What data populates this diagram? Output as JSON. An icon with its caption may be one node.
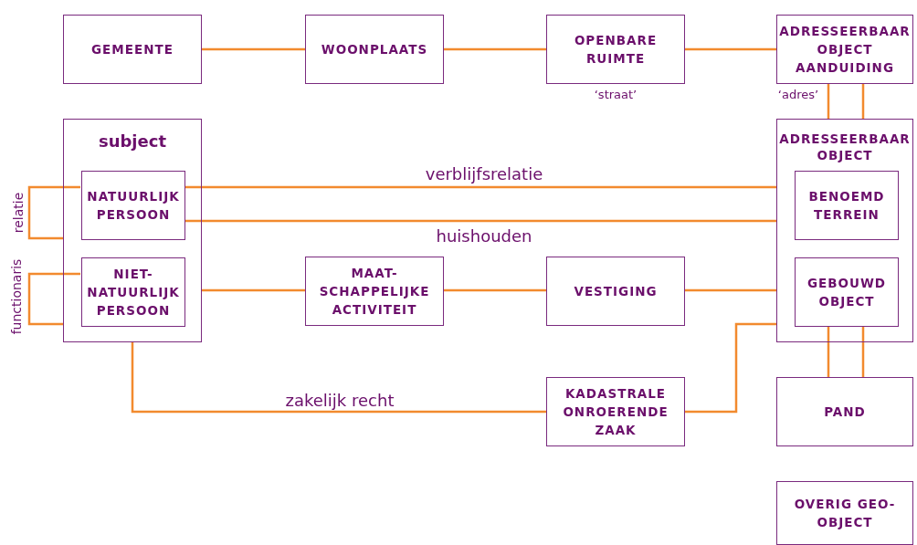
{
  "diagram": {
    "nodes": [
      {
        "text": [
          "GEMEENTE"
        ]
      },
      {
        "text": [
          "WOONPLAATS"
        ]
      },
      {
        "text": [
          "OPENBARE RUIMTE"
        ],
        "beside": [
          "‘straat’"
        ]
      },
      {
        "text": [
          "ADRESSEERBAAR OBJECT AANDUIDING"
        ],
        "beside": [
          "‘adres’"
        ]
      },
      {
        "text": [
          "subject"
        ]
      },
      {
        "text": [
          "NATUURLIJK PERSOON"
        ],
        "in": 4
      },
      {
        "text": [
          "NIET-NATUURLIJK PERSOON"
        ],
        "in": 4
      },
      {
        "text": [
          "MAAT-SCHAPPELIJKE ACTIVITEIT"
        ]
      },
      {
        "text": [
          "VESTIGING"
        ]
      },
      {
        "text": [
          "ADRESSEERBAAR OBJECT"
        ]
      },
      {
        "text": [
          "BENOEMD TERREIN"
        ],
        "in": 9
      },
      {
        "text": [
          "GEBOUWD OBJECT"
        ],
        "in": 9
      },
      {
        "text": [
          "KADASTRALE ONROERENDE ZAAK"
        ]
      },
      {
        "text": [
          "PAND"
        ]
      },
      {
        "text": [
          "OVERIG GEO-OBJECT"
        ]
      }
    ],
    "edges": [
      {
        "from": 0,
        "to": 1,
        "arrow": "none"
      },
      {
        "from": 1,
        "to": 2,
        "arrow": "none"
      },
      {
        "from": 2,
        "to": 3,
        "arrow": "none"
      },
      {
        "from": 3,
        "to": 9,
        "arrow": "none"
      },
      {
        "from": 3,
        "to": 9,
        "arrow": "none"
      },
      {
        "from": 5,
        "to": 9,
        "label": "verblijfsrelatie",
        "arrow": "none"
      },
      {
        "from": 5,
        "to": 9,
        "label": "huishouden",
        "arrow": "none"
      },
      {
        "from": 5,
        "to": 4,
        "label": "relatie",
        "arrow": "none"
      },
      {
        "from": 6,
        "to": 4,
        "label": "functionaris",
        "arrow": "none"
      },
      {
        "from": 4,
        "to": 7,
        "arrow": "none"
      },
      {
        "from": 7,
        "to": 8,
        "arrow": "none"
      },
      {
        "from": 8,
        "to": 9,
        "arrow": "none"
      },
      {
        "from": 4,
        "to": 12,
        "label": "zakelijk recht",
        "arrow": "none"
      },
      {
        "from": 12,
        "to": 9,
        "arrow": "none"
      },
      {
        "from": 11,
        "to": 13,
        "arrow": "none"
      },
      {
        "from": 11,
        "to": 13,
        "arrow": "none"
      }
    ]
  }
}
